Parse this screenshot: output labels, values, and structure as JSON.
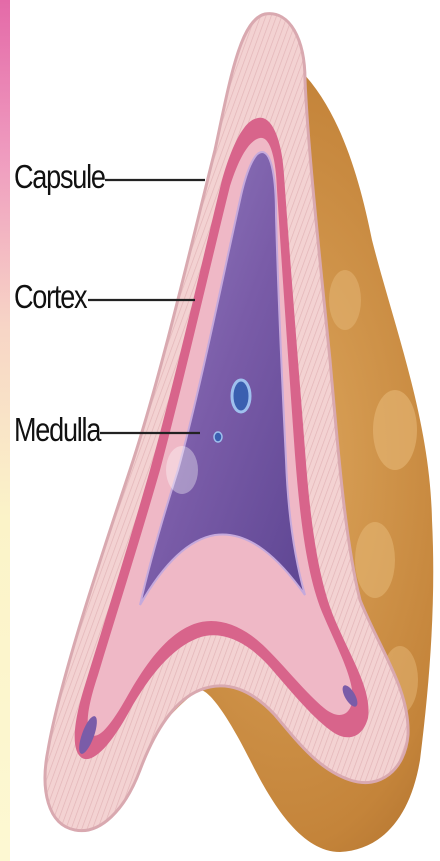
{
  "labels": {
    "capsule": "Capsule",
    "cortex": "Cortex",
    "medulla": "Medulla"
  },
  "colors": {
    "fat": "#c98a3a",
    "capsule": "#f2c5c9",
    "cortex_band": "#d85f86",
    "medulla": "#7b5ea7",
    "left_strip": "#e46aa8"
  }
}
